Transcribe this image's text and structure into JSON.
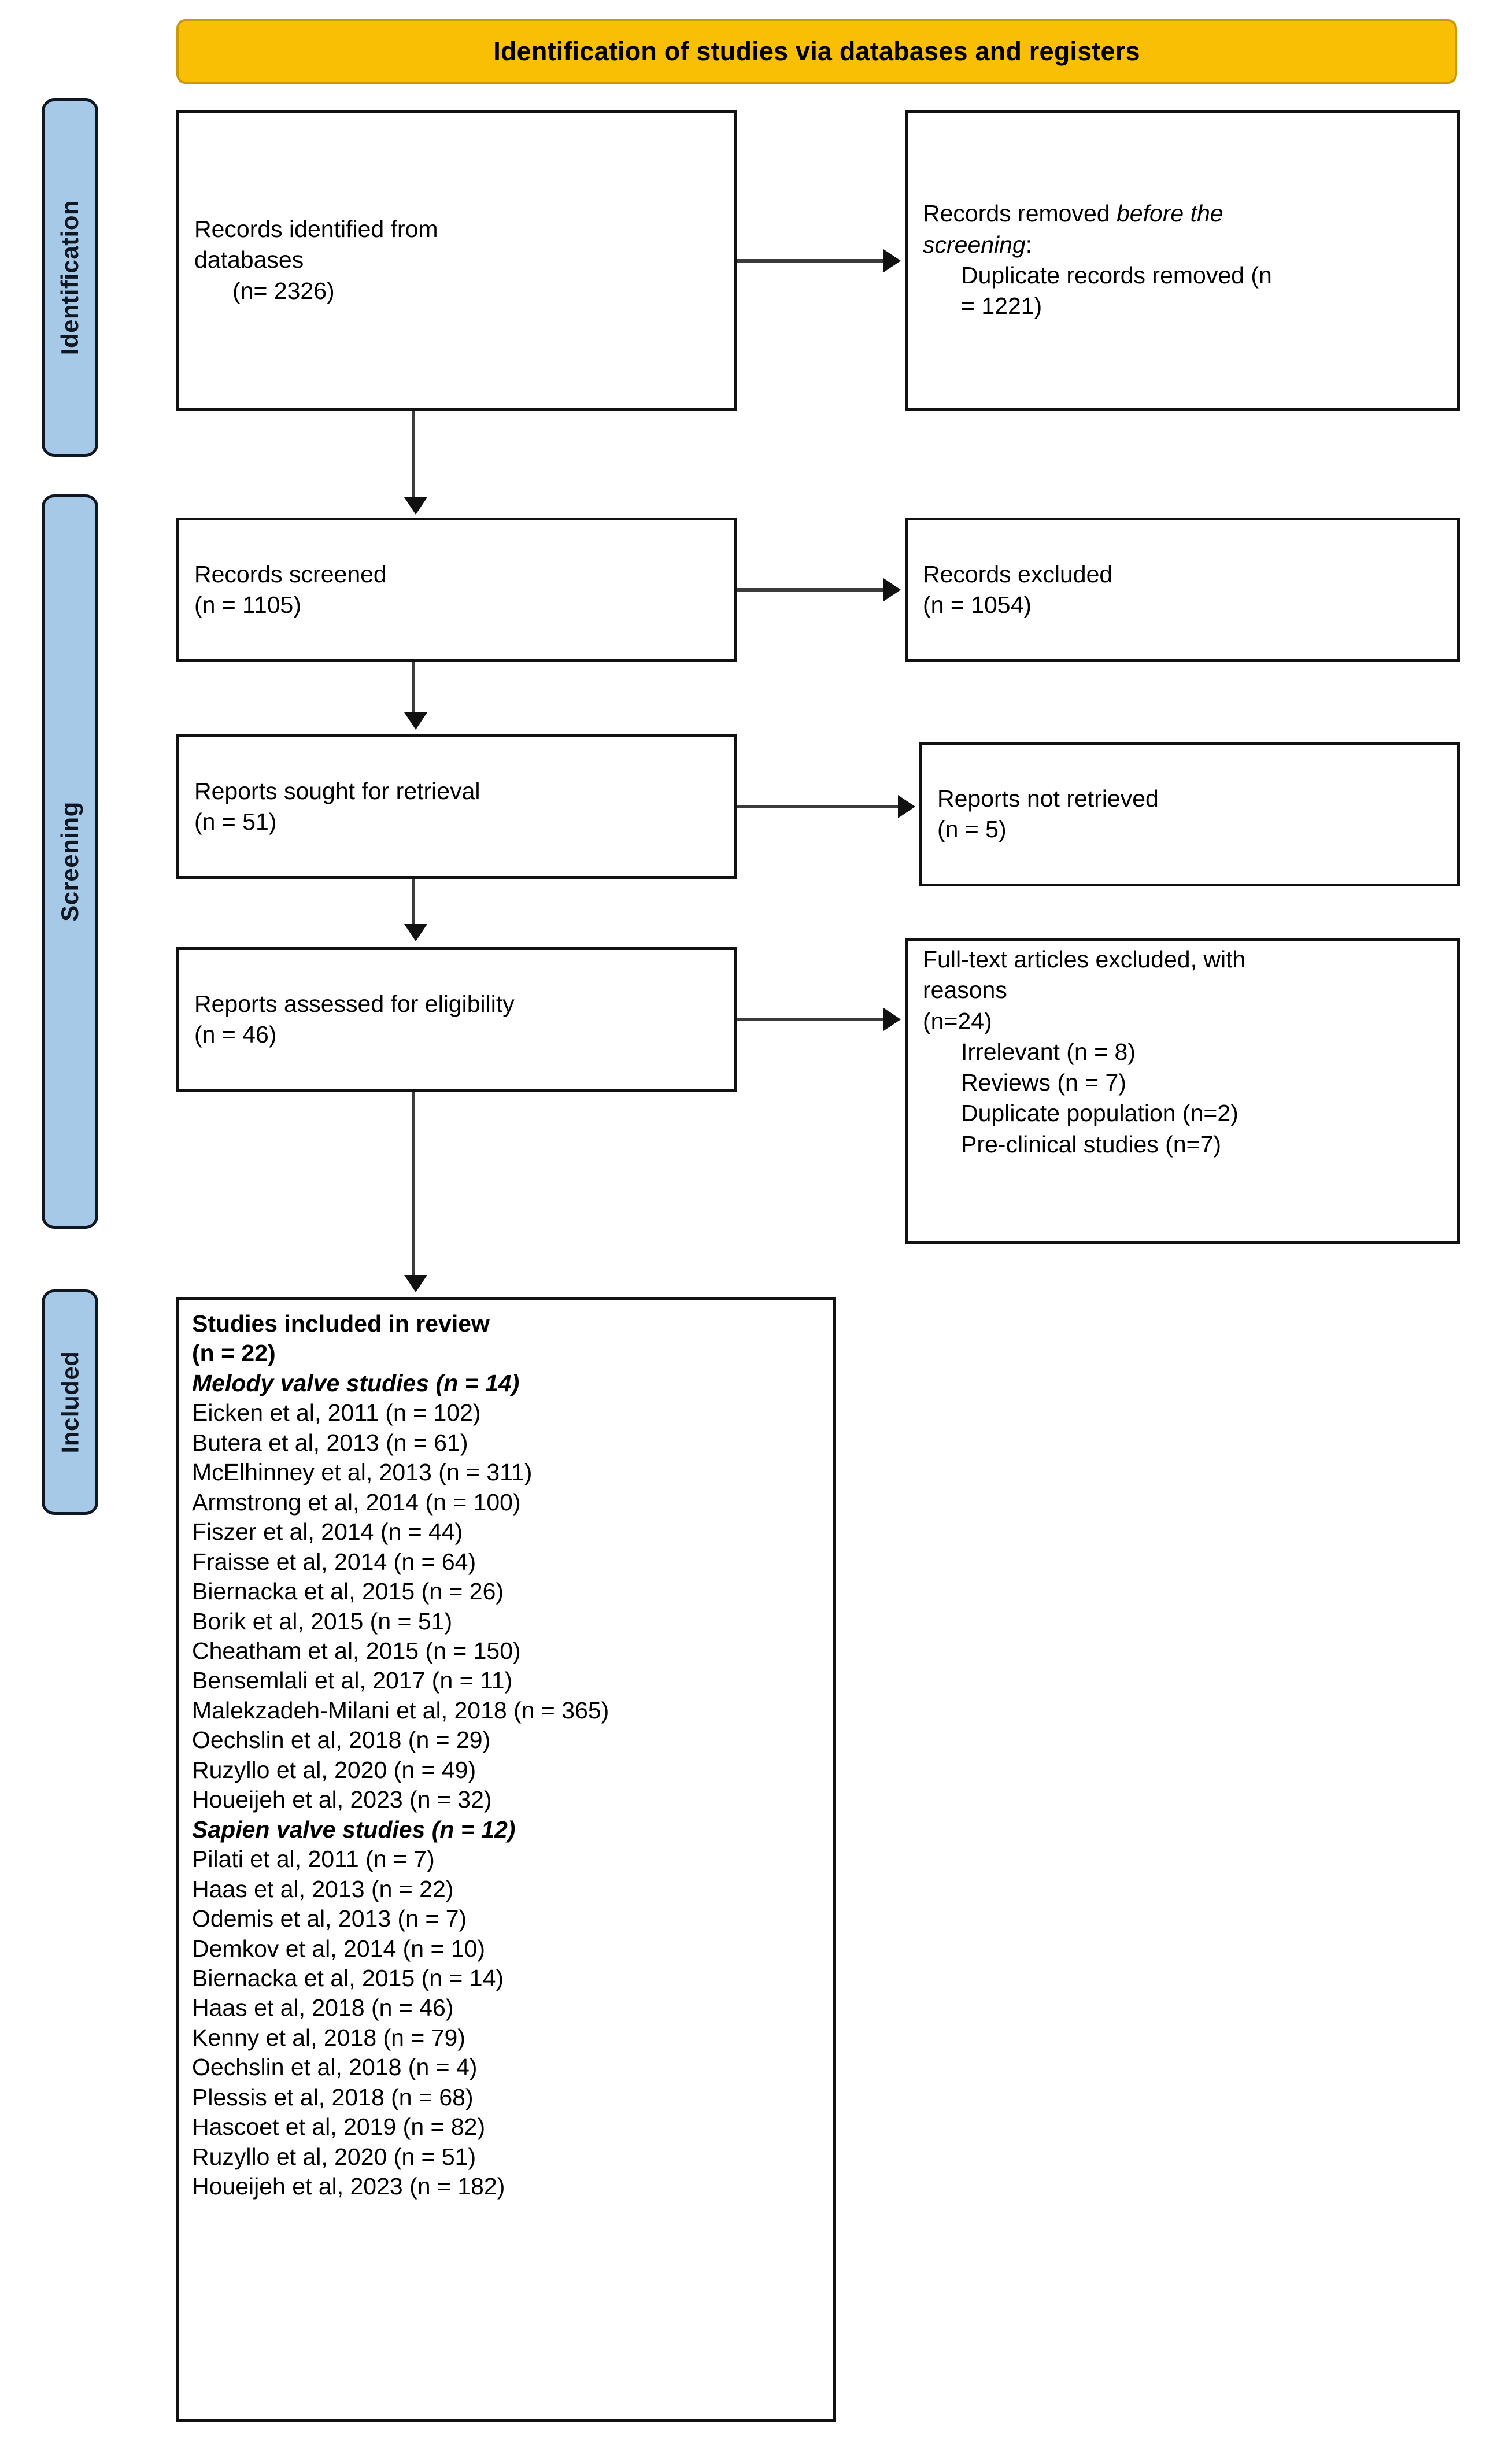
{
  "banner": {
    "title": "Identification of studies via databases and registers"
  },
  "stages": [
    {
      "key": "identification",
      "label": "Identification"
    },
    {
      "key": "screening",
      "label": "Screening"
    },
    {
      "key": "included",
      "label": "Included"
    }
  ],
  "boxes": {
    "identified": {
      "line1": "Records identified from",
      "line2": "databases",
      "line3": "(n= 2326)"
    },
    "removed": {
      "line1_plain": "Records removed ",
      "line1_italic": "before the",
      "line2_italic": "screening",
      "line2_plain": ":",
      "line3": "Duplicate records removed (n",
      "line4": "= 1221)"
    },
    "screened": {
      "line1": "Records screened",
      "line2": "(n = 1105)"
    },
    "excluded": {
      "line1": "Records excluded",
      "line2": "(n = 1054)"
    },
    "sought": {
      "line1": "Reports sought for retrieval",
      "line2": "(n = 51)"
    },
    "not_retrieved": {
      "line1": "Reports not retrieved",
      "line2": "(n = 5)"
    },
    "assessed": {
      "line1": "Reports assessed for eligibility",
      "line2": "(n = 46)"
    },
    "fulltext_excluded": {
      "line1": "Full-text articles excluded, with",
      "line2": "reasons",
      "line3": "(n=24)",
      "reasons": [
        "Irrelevant (n = 8)",
        "Reviews (n = 7)",
        "Duplicate population (n=2)",
        "Pre-clinical studies (n=7)"
      ]
    },
    "included": {
      "heading": "Studies included in review",
      "total": "(n = 22)",
      "melody_heading": "Melody valve studies (n = 14)",
      "melody_studies": [
        "Eicken et al, 2011 (n = 102)",
        "Butera et al, 2013 (n = 61)",
        "McElhinney et al, 2013 (n = 311)",
        "Armstrong et al, 2014 (n = 100)",
        "Fiszer et al, 2014 (n = 44)",
        "Fraisse et al, 2014 (n = 64)",
        "Biernacka et al, 2015 (n = 26)",
        "Borik et al, 2015 (n = 51)",
        "Cheatham et al, 2015 (n = 150)",
        "Bensemlali et al, 2017 (n = 11)",
        "Malekzadeh-Milani et al, 2018 (n = 365)",
        "Oechslin et al, 2018 (n = 29)",
        "Ruzyllo et al, 2020 (n = 49)",
        "Houeijeh et al, 2023 (n = 32)"
      ],
      "sapien_heading": "Sapien valve studies (n = 12)",
      "sapien_studies": [
        "Pilati et al, 2011 (n = 7)",
        "Haas et al, 2013 (n = 22)",
        "Odemis et al, 2013 (n = 7)",
        "Demkov et al, 2014 (n = 10)",
        "Biernacka et al, 2015 (n = 14)",
        "Haas et al, 2018 (n = 46)",
        "Kenny et al, 2018 (n = 79)",
        "Oechslin et al, 2018 (n = 4)",
        "Plessis et al, 2018 (n = 68)",
        "Hascoet et al, 2019 (n = 82)",
        "Ruzyllo et al, 2020 (n = 51)",
        "Houeijeh et al, 2023 (n = 182)"
      ]
    }
  },
  "colors": {
    "banner_fill": "#f9bf05",
    "banner_border": "#c99a06",
    "stagebar_fill": "#a6c9e8",
    "stagebar_border": "#0f1723",
    "box_border": "#111111",
    "connector": "#3b3b3b"
  }
}
